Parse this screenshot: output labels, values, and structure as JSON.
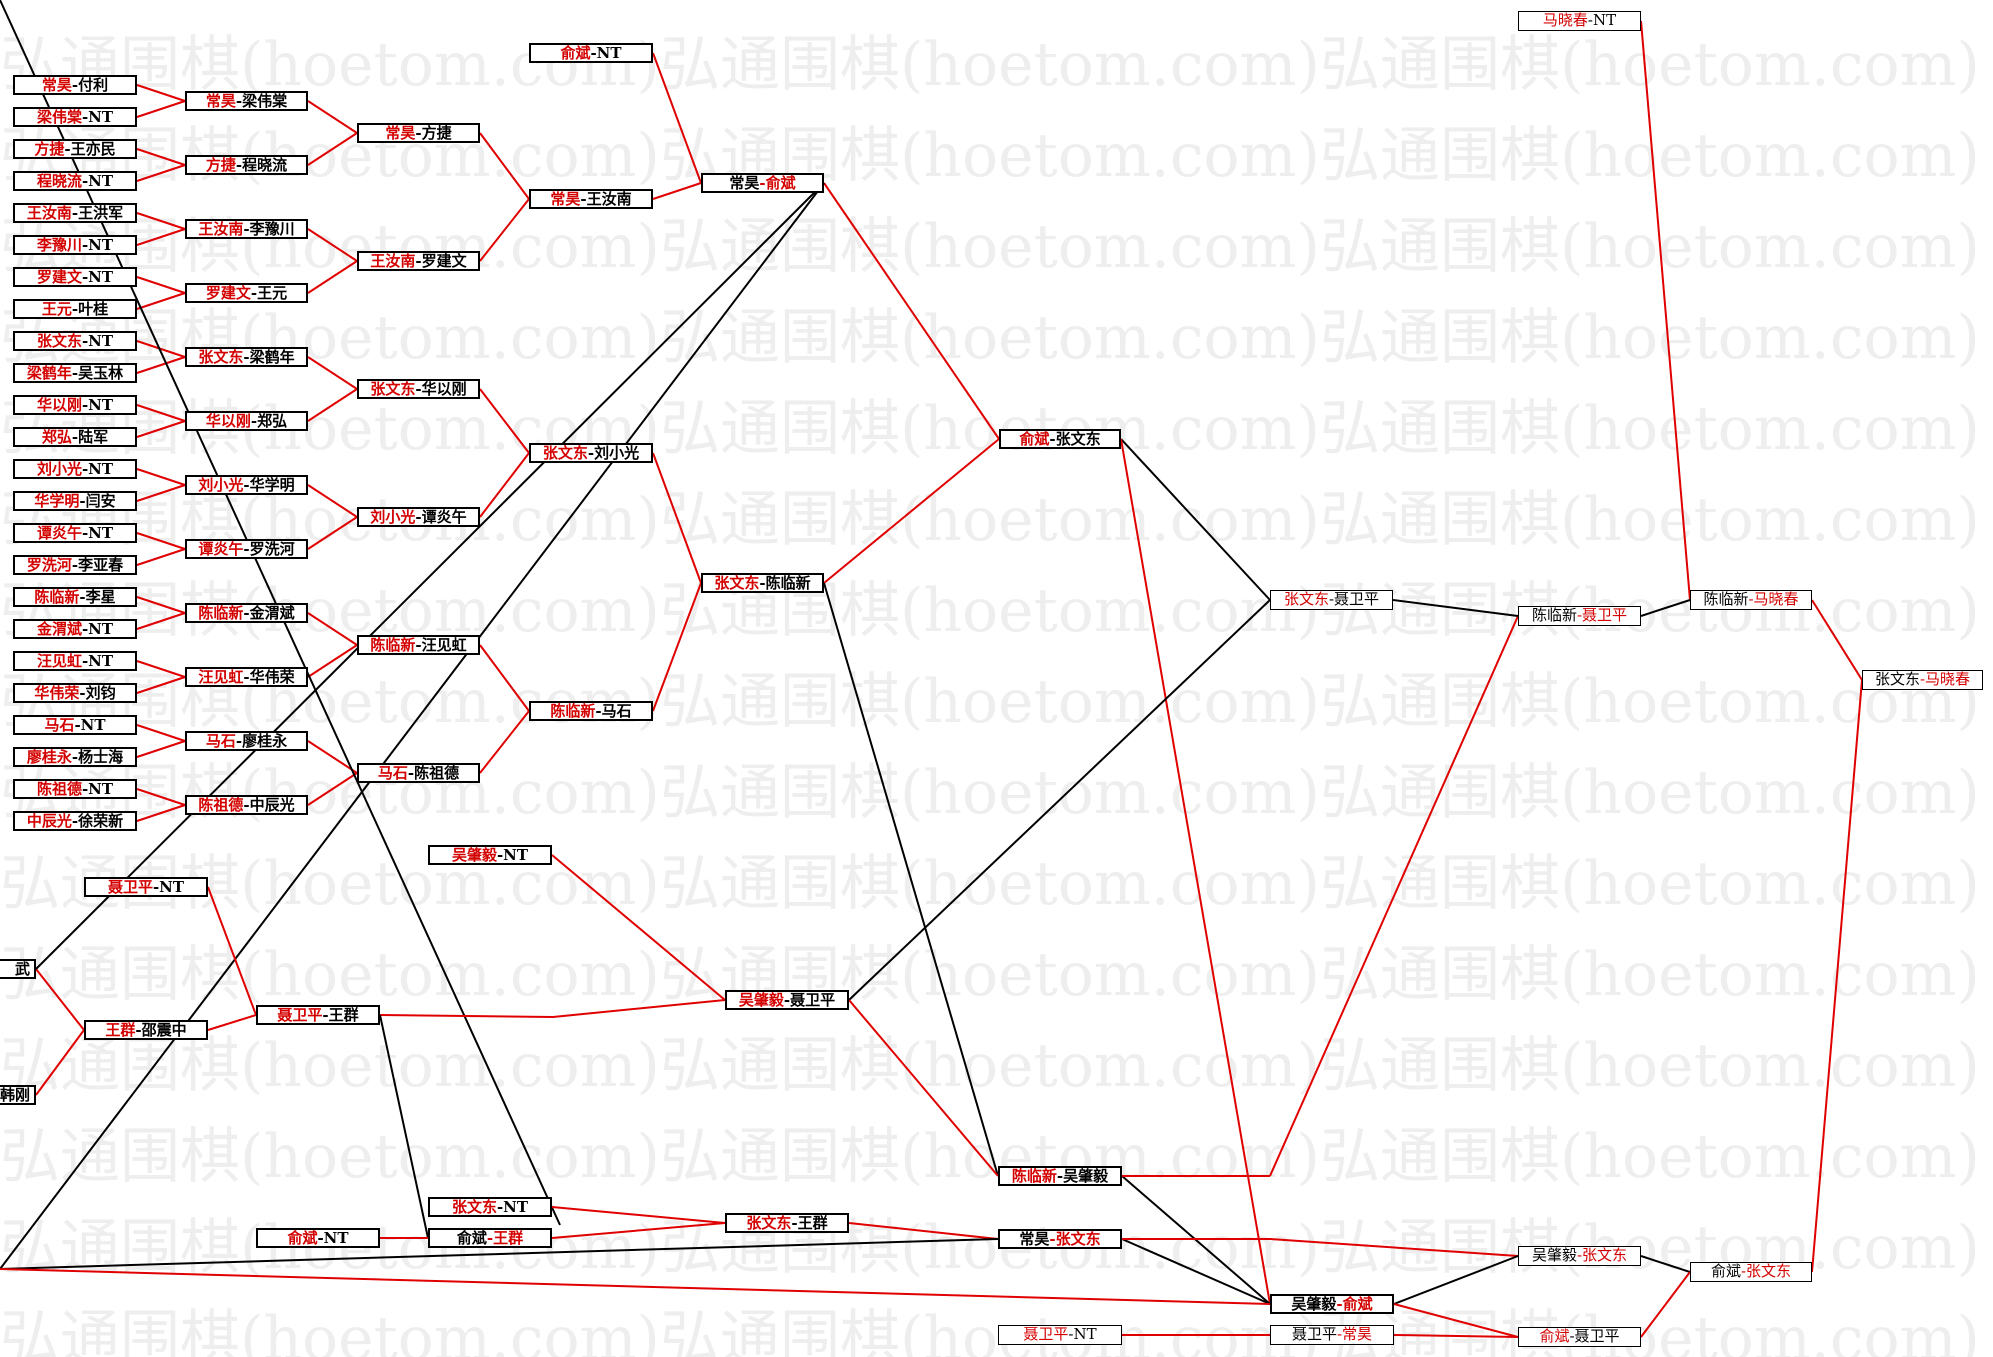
{
  "watermark": {
    "text": "弘通围棋(hoetom.com)",
    "color": "#eeeeee"
  },
  "colors": {
    "winner": "#d40000",
    "loser": "#000000",
    "line_red": "#e00000",
    "line_black": "#000000"
  },
  "nodes": {
    "r1_1": {
      "p1": "常昊",
      "p2": "付利",
      "w": 1
    },
    "r1_2": {
      "p1": "梁伟棠",
      "p2": "NT",
      "w": 1
    },
    "r1_3": {
      "p1": "方捷",
      "p2": "王亦民",
      "w": 1
    },
    "r1_4": {
      "p1": "程晓流",
      "p2": "NT",
      "w": 1
    },
    "r1_5": {
      "p1": "王汝南",
      "p2": "王洪军",
      "w": 1
    },
    "r1_6": {
      "p1": "李豫川",
      "p2": "NT",
      "w": 1
    },
    "r1_7": {
      "p1": "罗建文",
      "p2": "NT",
      "w": 1
    },
    "r1_8": {
      "p1": "王元",
      "p2": "叶桂",
      "w": 1
    },
    "r1_9": {
      "p1": "张文东",
      "p2": "NT",
      "w": 1
    },
    "r1_10": {
      "p1": "梁鹤年",
      "p2": "吴玉林",
      "w": 1
    },
    "r1_11": {
      "p1": "华以刚",
      "p2": "NT",
      "w": 1
    },
    "r1_12": {
      "p1": "郑弘",
      "p2": "陆军",
      "w": 1
    },
    "r1_13": {
      "p1": "刘小光",
      "p2": "NT",
      "w": 1
    },
    "r1_14": {
      "p1": "华学明",
      "p2": "闫安",
      "w": 1
    },
    "r1_15": {
      "p1": "谭炎午",
      "p2": "NT",
      "w": 1
    },
    "r1_16": {
      "p1": "罗洗河",
      "p2": "李亚春",
      "w": 1
    },
    "r1_17": {
      "p1": "陈临新",
      "p2": "李星",
      "w": 1
    },
    "r1_18": {
      "p1": "金渭斌",
      "p2": "NT",
      "w": 1
    },
    "r1_19": {
      "p1": "汪见虹",
      "p2": "NT",
      "w": 1
    },
    "r1_20": {
      "p1": "华伟荣",
      "p2": "刘钧",
      "w": 1
    },
    "r1_21": {
      "p1": "马石",
      "p2": "NT",
      "w": 1
    },
    "r1_22": {
      "p1": "廖桂永",
      "p2": "杨士海",
      "w": 1
    },
    "r1_23": {
      "p1": "陈祖德",
      "p2": "NT",
      "w": 1
    },
    "r1_24": {
      "p1": "中辰光",
      "p2": "徐荣新",
      "w": 1
    },
    "r2_1": {
      "p1": "常昊",
      "p2": "梁伟棠",
      "w": 1
    },
    "r2_2": {
      "p1": "方捷",
      "p2": "程晓流",
      "w": 1
    },
    "r2_3": {
      "p1": "王汝南",
      "p2": "李豫川",
      "w": 1
    },
    "r2_4": {
      "p1": "罗建文",
      "p2": "王元",
      "w": 1
    },
    "r2_5": {
      "p1": "张文东",
      "p2": "梁鹤年",
      "w": 1
    },
    "r2_6": {
      "p1": "华以刚",
      "p2": "郑弘",
      "w": 1
    },
    "r2_7": {
      "p1": "刘小光",
      "p2": "华学明",
      "w": 1
    },
    "r2_8": {
      "p1": "谭炎午",
      "p2": "罗洗河",
      "w": 1
    },
    "r2_9": {
      "p1": "陈临新",
      "p2": "金渭斌",
      "w": 1
    },
    "r2_10": {
      "p1": "汪见虹",
      "p2": "华伟荣",
      "w": 1
    },
    "r2_11": {
      "p1": "马石",
      "p2": "廖桂永",
      "w": 1
    },
    "r2_12": {
      "p1": "陈祖德",
      "p2": "中辰光",
      "w": 1
    },
    "r3_1": {
      "p1": "常昊",
      "p2": "方捷",
      "w": 1
    },
    "r3_2": {
      "p1": "王汝南",
      "p2": "罗建文",
      "w": 1
    },
    "r3_3": {
      "p1": "张文东",
      "p2": "华以刚",
      "w": 1
    },
    "r3_4": {
      "p1": "刘小光",
      "p2": "谭炎午",
      "w": 1
    },
    "r3_5": {
      "p1": "陈临新",
      "p2": "汪见虹",
      "w": 1
    },
    "r3_6": {
      "p1": "马石",
      "p2": "陈祖德",
      "w": 1
    },
    "r4_0": {
      "p1": "俞斌",
      "p2": "NT",
      "w": 1
    },
    "r4_1": {
      "p1": "常昊",
      "p2": "王汝南",
      "w": 1
    },
    "r4_2": {
      "p1": "张文东",
      "p2": "刘小光",
      "w": 1
    },
    "r4_3": {
      "p1": "陈临新",
      "p2": "马石",
      "w": 1
    },
    "r5_1": {
      "p1": "常昊",
      "p2": "俞斌",
      "w": 2
    },
    "r5_2": {
      "p1": "张文东",
      "p2": "陈临新",
      "w": 1
    },
    "r6_1": {
      "p1": "俞斌",
      "p2": "张文东",
      "w": 1
    },
    "l_nie": {
      "p1": "聂卫平",
      "p2": "NT",
      "w": 1
    },
    "l_wu": {
      "p1": "",
      "p2": "武",
      "w": 0
    },
    "l_gang": {
      "p1": "",
      "p2": "韩刚",
      "w": 0
    },
    "l_wq": {
      "p1": "王群",
      "p2": "邵震中",
      "w": 1
    },
    "l_nw": {
      "p1": "聂卫平",
      "p2": "王群",
      "w": 1
    },
    "l_wzy": {
      "p1": "吴肇毅",
      "p2": "NT",
      "w": 1
    },
    "l_wn": {
      "p1": "吴肇毅",
      "p2": "聂卫平",
      "w": 1
    },
    "l_zwd": {
      "p1": "张文东",
      "p2": "NT",
      "w": 1
    },
    "l_yb": {
      "p1": "俞斌",
      "p2": "NT",
      "w": 1
    },
    "l_ybwq": {
      "p1": "俞斌",
      "p2": "王群",
      "w": 2
    },
    "l_zwq": {
      "p1": "张文东",
      "p2": "王群",
      "w": 1
    },
    "l_cw": {
      "p1": "陈临新",
      "p2": "吴肇毅",
      "w": 1
    },
    "l_cz": {
      "p1": "常昊",
      "p2": "张文东",
      "w": 2
    },
    "f_zn": {
      "p1": "张文东",
      "p2": "聂卫平",
      "w": 1
    },
    "f_wy": {
      "p1": "吴肇毅",
      "p2": "俞斌",
      "w": 2
    },
    "f_nie": {
      "p1": "聂卫平",
      "p2": "NT",
      "w": 1
    },
    "f_nc": {
      "p1": "聂卫平",
      "p2": "常昊",
      "w": 2
    },
    "f_cn": {
      "p1": "陈临新",
      "p2": "聂卫平",
      "w": 2
    },
    "f_wz": {
      "p1": "吴肇毅",
      "p2": "张文东",
      "w": 2
    },
    "f_yn": {
      "p1": "俞斌",
      "p2": "聂卫平",
      "w": 1
    },
    "f_ma": {
      "p1": "马晓春",
      "p2": "NT",
      "w": 1
    },
    "f_cm": {
      "p1": "陈临新",
      "p2": "马晓春",
      "w": 2
    },
    "f_yz": {
      "p1": "俞斌",
      "p2": "张文东",
      "w": 2
    },
    "f_final": {
      "p1": "张文东",
      "p2": "马晓春",
      "w": 2
    }
  }
}
